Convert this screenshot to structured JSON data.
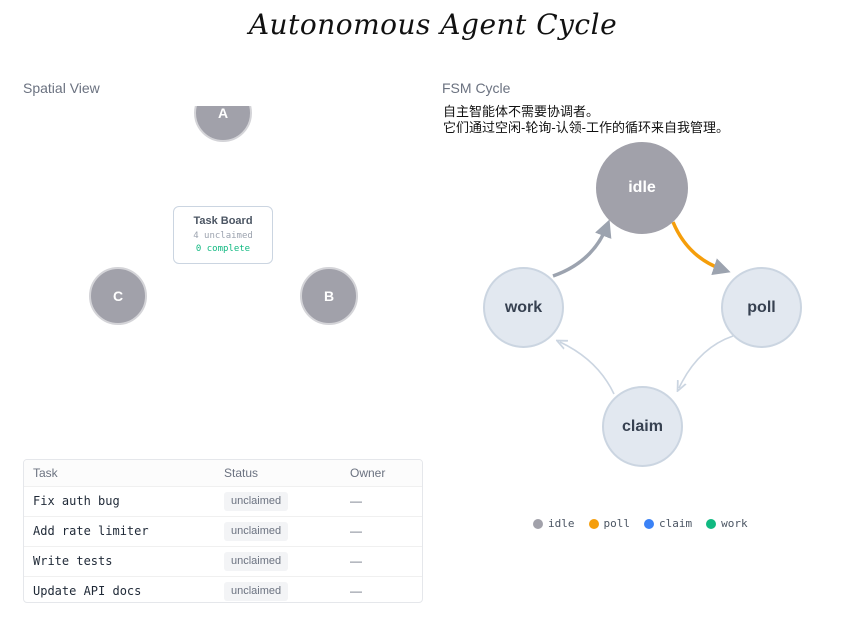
{
  "title": "Autonomous Agent Cycle",
  "spatial": {
    "label": "Spatial View",
    "agents": [
      {
        "id": "A"
      },
      {
        "id": "B"
      },
      {
        "id": "C"
      }
    ],
    "task_board": {
      "title": "Task Board",
      "unclaimed": "4 unclaimed",
      "complete": "0 complete"
    }
  },
  "table": {
    "headers": [
      "Task",
      "Status",
      "Owner"
    ],
    "rows": [
      {
        "task": "Fix auth bug",
        "status": "unclaimed",
        "owner": "—"
      },
      {
        "task": "Add rate limiter",
        "status": "unclaimed",
        "owner": "—"
      },
      {
        "task": "Write tests",
        "status": "unclaimed",
        "owner": "—"
      },
      {
        "task": "Update API docs",
        "status": "unclaimed",
        "owner": "—"
      }
    ]
  },
  "fsm": {
    "label": "FSM Cycle",
    "note_line1": "自主智能体不需要协调者。",
    "note_line2": "它们通过空闲-轮询-认领-工作的循环来自我管理。",
    "states": {
      "idle": "idle",
      "poll": "poll",
      "claim": "claim",
      "work": "work"
    },
    "active_state": "idle"
  },
  "legend": [
    {
      "label": "idle",
      "color": "#a1a1aa"
    },
    {
      "label": "poll",
      "color": "#f59e0b"
    },
    {
      "label": "claim",
      "color": "#3b82f6"
    },
    {
      "label": "work",
      "color": "#10b981"
    }
  ],
  "colors": {
    "agent_fill": "#a1a1aa",
    "state_fill": "#e2e8f0",
    "active_arrow": "#f59e0b",
    "inactive_arrow": "#cbd5e1",
    "recent_arrow": "#9ca3af"
  }
}
